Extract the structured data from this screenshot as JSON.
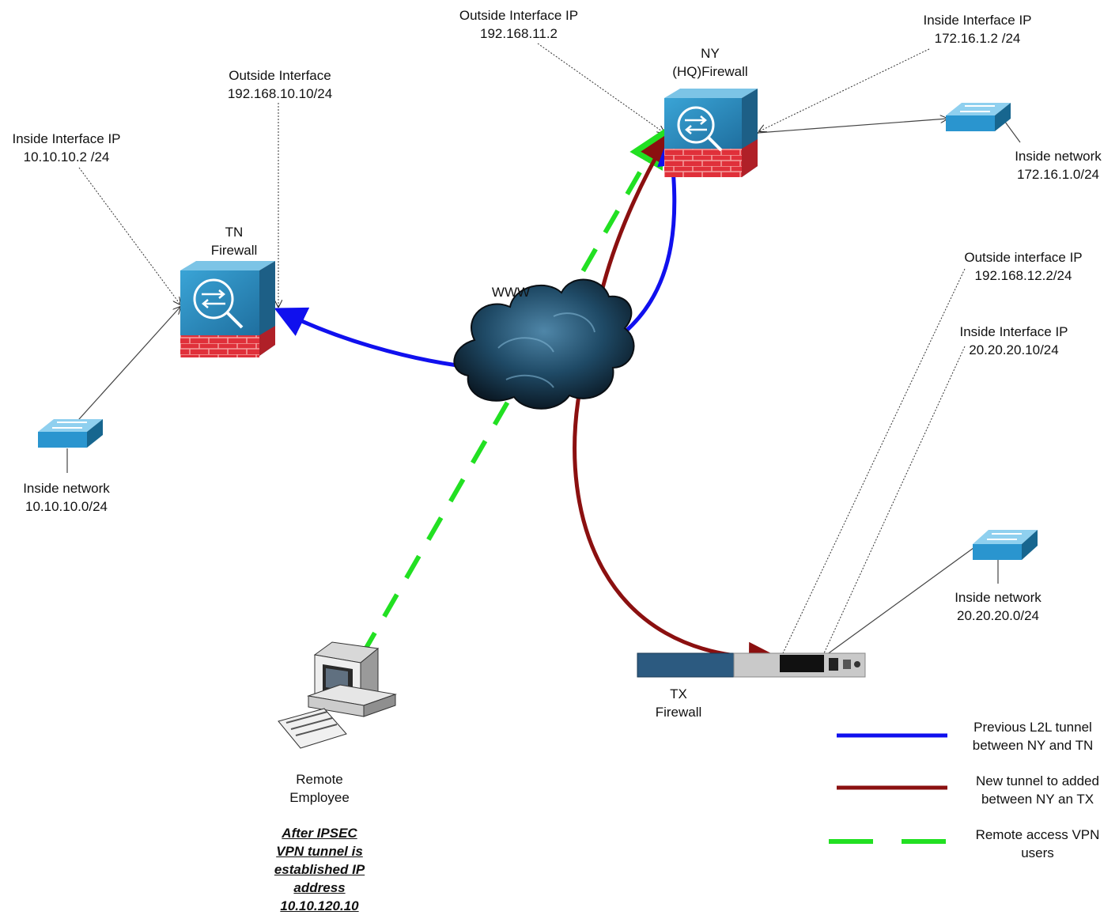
{
  "colors": {
    "previous_tunnel": "#1010ee",
    "new_tunnel": "#8b1010",
    "remote_vpn": "#22e022",
    "firewall_blue": "#2f8fc2",
    "firewall_brick": "#e0303a",
    "switch_blue": "#2a95cf"
  },
  "devices": {
    "ny": {
      "line1": "NY",
      "line2": "(HQ)Firewall"
    },
    "tn": {
      "line1": "TN",
      "line2": "Firewall"
    },
    "tx": {
      "line1": "TX",
      "line2": "Firewall"
    },
    "cloud": {
      "label": "WWW"
    },
    "remote": {
      "line1": "Remote",
      "line2": "Employee"
    }
  },
  "labels": {
    "ny_outside": {
      "line1": "Outside Interface IP",
      "line2": "192.168.11.2"
    },
    "ny_inside": {
      "line1": "Inside Interface IP",
      "line2": "172.16.1.2 /24"
    },
    "ny_network": {
      "line1": "Inside network",
      "line2": "172.16.1.0/24"
    },
    "tn_outside": {
      "line1": "Outside Interface",
      "line2": "192.168.10.10/24"
    },
    "tn_inside": {
      "line1": "Inside Interface IP",
      "line2": "10.10.10.2 /24"
    },
    "tn_network": {
      "line1": "Inside network",
      "line2": "10.10.10.0/24"
    },
    "tx_outside": {
      "line1": "Outside interface IP",
      "line2": "192.168.12.2/24"
    },
    "tx_inside": {
      "line1": "Inside Interface IP",
      "line2": "20.20.20.10/24"
    },
    "tx_network": {
      "line1": "Inside network",
      "line2": "20.20.20.0/24"
    }
  },
  "note": {
    "line1": "After IPSEC",
    "line2": "VPN tunnel is",
    "line3": "established IP",
    "line4": "address",
    "line5": "10.10.120.10"
  },
  "legend": {
    "previous": {
      "line1": "Previous L2L tunnel",
      "line2": "between NY and TN"
    },
    "new": {
      "line1": "New tunnel to added",
      "line2": "between NY an TX"
    },
    "remote": {
      "line1": "Remote access VPN",
      "line2": "users"
    }
  }
}
